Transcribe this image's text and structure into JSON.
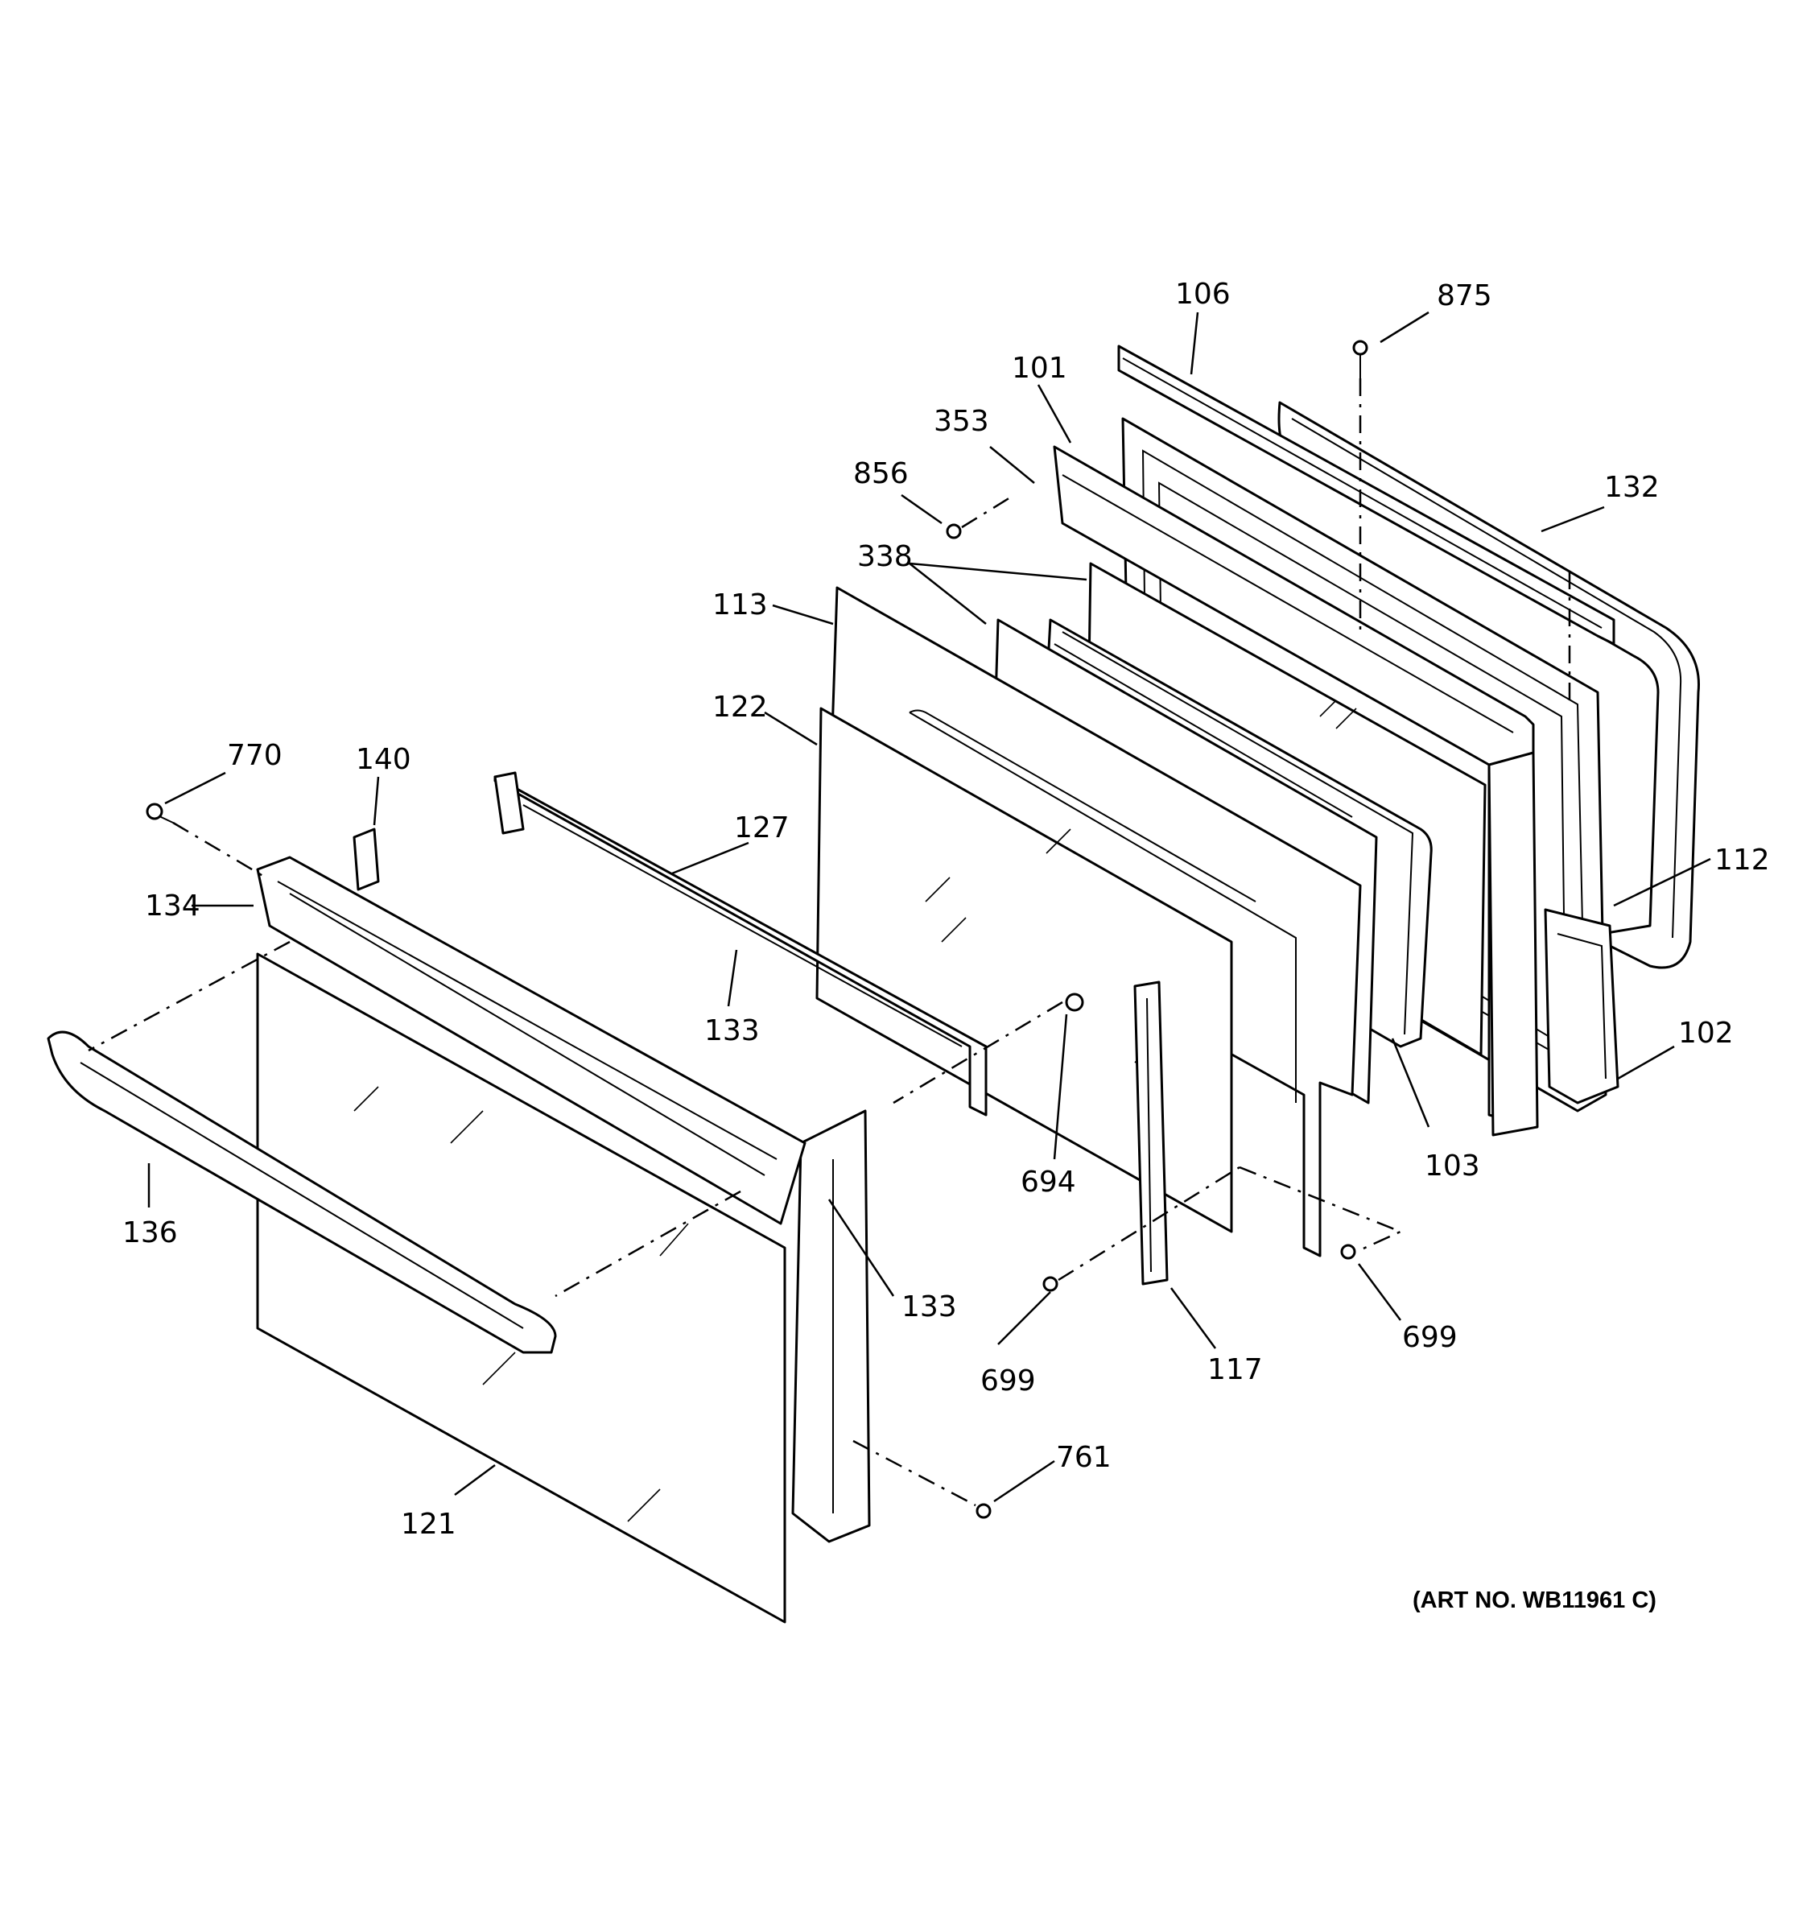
{
  "diagram": {
    "art_number": "(ART NO. WB11961 C)",
    "callouts": [
      {
        "id": "c106",
        "text": "106"
      },
      {
        "id": "c875",
        "text": "875"
      },
      {
        "id": "c101",
        "text": "101"
      },
      {
        "id": "c353",
        "text": "353"
      },
      {
        "id": "c856",
        "text": "856"
      },
      {
        "id": "c132",
        "text": "132"
      },
      {
        "id": "c338",
        "text": "338"
      },
      {
        "id": "c113",
        "text": "113"
      },
      {
        "id": "c122",
        "text": "122"
      },
      {
        "id": "c770",
        "text": "770"
      },
      {
        "id": "c140",
        "text": "140"
      },
      {
        "id": "c127",
        "text": "127"
      },
      {
        "id": "c112",
        "text": "112"
      },
      {
        "id": "c134",
        "text": "134"
      },
      {
        "id": "c133a",
        "text": "133"
      },
      {
        "id": "c102",
        "text": "102"
      },
      {
        "id": "c694",
        "text": "694"
      },
      {
        "id": "c103",
        "text": "103"
      },
      {
        "id": "c136",
        "text": "136"
      },
      {
        "id": "c133b",
        "text": "133"
      },
      {
        "id": "c699a",
        "text": "699"
      },
      {
        "id": "c117",
        "text": "117"
      },
      {
        "id": "c699b",
        "text": "699"
      },
      {
        "id": "c761",
        "text": "761"
      },
      {
        "id": "c121",
        "text": "121"
      }
    ]
  }
}
